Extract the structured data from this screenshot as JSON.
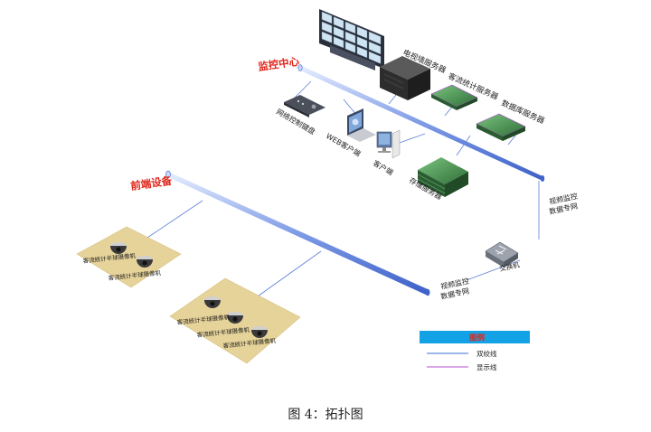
{
  "sections": {
    "monitoring_center": "监控中心",
    "front_end": "前端设备"
  },
  "devices": {
    "decoder_server": "电视墙服务器",
    "stats_server": "客流统计服务器",
    "db_server": "数据库服务器",
    "keyboard": "网络控制键盘",
    "web_client": "WEB客户端",
    "client": "客户端",
    "storage_server": "存储服务器",
    "switch": "交换机",
    "net_upper_1": "视频监控",
    "net_upper_2": "数据专网",
    "net_lower_1": "视频监控",
    "net_lower_2": "数据专网"
  },
  "cameras": {
    "group1": [
      "客流统计半球摄像机",
      "客流统计半球摄像机"
    ],
    "group2": [
      "客流统计半球摄像机",
      "客流统计半球摄像机",
      "客流统计半球摄像机"
    ]
  },
  "legend": {
    "title": "图例",
    "twisted_pair": "双绞线",
    "display_line": "显示线"
  },
  "caption": "图 4：拓扑图",
  "colors": {
    "bus_blue": "#5b7fd6",
    "legend_title_bg": "#14a2e6",
    "legend_line_blue": "#3b6fd8",
    "legend_line_purple": "#b04fd0",
    "pad": "#e8d7a4",
    "server_green": "#3f8a4a"
  }
}
